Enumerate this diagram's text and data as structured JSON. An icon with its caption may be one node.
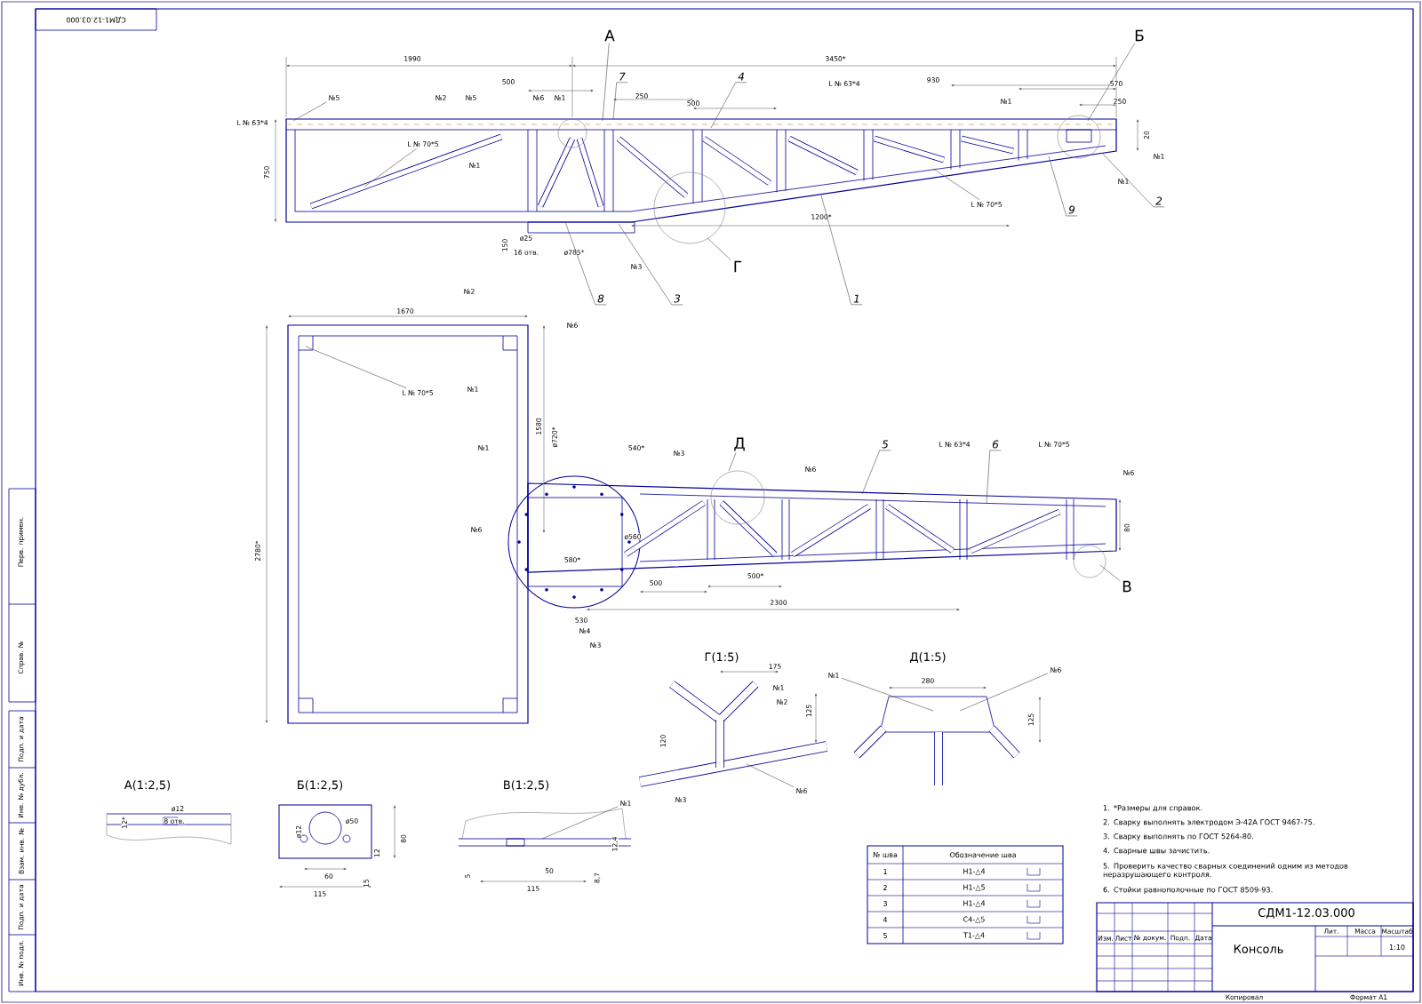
{
  "diagram": {
    "nodes": [
      {
        "text": [
          "7"
        ]
      },
      {
        "text": [
          "4"
        ]
      },
      {
        "text": [
          "2"
        ]
      },
      {
        "text": [
          "9"
        ]
      },
      {
        "text": [
          "8"
        ]
      },
      {
        "text": [
          "3"
        ]
      },
      {
        "text": [
          "1"
        ]
      },
      {
        "text": [
          "5"
        ]
      },
      {
        "text": [
          "6"
        ]
      },
      {
        "text": [
          "А"
        ]
      },
      {
        "text": [
          "Б"
        ]
      },
      {
        "text": [
          "№5"
        ]
      },
      {
        "text": [
          "L № 70*5"
        ]
      },
      {
        "text": [
          "L № 70*5"
        ]
      },
      {
        "text": [
          "Г"
        ]
      },
      {
        "text": [
          "L № 70*5"
        ]
      },
      {
        "text": [
          "Д"
        ]
      },
      {
        "text": [
          "В"
        ]
      },
      {
        "text": [
          "№1"
        ]
      },
      {
        "text": [
          "№6"
        ]
      },
      {
        "text": [
          "№1"
        ]
      },
      {
        "text": [
          "№6"
        ]
      }
    ],
    "edges": [
      {
        "from": 0,
        "to": null,
        "arrow": "none"
      },
      {
        "from": 1,
        "to": null,
        "arrow": "none"
      },
      {
        "from": 2,
        "to": null,
        "arrow": "none"
      },
      {
        "from": 3,
        "to": null,
        "arrow": "none"
      },
      {
        "from": 4,
        "to": null,
        "arrow": "none"
      },
      {
        "from": 5,
        "to": null,
        "arrow": "none"
      },
      {
        "from": 6,
        "to": null,
        "arrow": "none"
      },
      {
        "from": 7,
        "to": null,
        "arrow": "none"
      },
      {
        "from": 8,
        "to": null,
        "arrow": "none"
      },
      {
        "from": 9,
        "to": null,
        "arrow": "none"
      },
      {
        "from": 10,
        "to": null,
        "arrow": "none"
      },
      {
        "from": 11,
        "to": null,
        "arrow": "none"
      },
      {
        "from": 12,
        "to": null,
        "arrow": "none"
      },
      {
        "from": 13,
        "to": null,
        "arrow": "none"
      },
      {
        "from": 14,
        "to": null,
        "arrow": "none"
      },
      {
        "from": 15,
        "to": null,
        "arrow": "none"
      },
      {
        "from": 16,
        "to": null,
        "arrow": "none"
      },
      {
        "from": 17,
        "to": null,
        "arrow": "none"
      },
      {
        "from": 18,
        "to": null,
        "arrow": "none"
      },
      {
        "from": 19,
        "to": null,
        "arrow": "none"
      },
      {
        "from": 20,
        "to": null,
        "arrow": "none"
      },
      {
        "from": 21,
        "to": null,
        "arrow": "none"
      }
    ],
    "labels": [
      "1990",
      "3450*",
      "500",
      "L № 63*4",
      "930",
      "570",
      "№2",
      "№5",
      "№6",
      "№1",
      "250",
      "500",
      "№1",
      "250",
      "L № 63*4",
      "750",
      "№1",
      "20",
      "№1",
      "№1",
      "1200*",
      "ø25",
      "16 отв.",
      "ø785*",
      "150",
      "№3",
      "1670",
      "№2",
      "№6",
      "№1",
      "1580",
      "2780*",
      "№1",
      "ø720*",
      "540*",
      "№3",
      "№6",
      "L № 63*4",
      "L № 70*5",
      "№6",
      "80",
      "№6",
      "ø560",
      "580*",
      "500",
      "500*",
      "2300",
      "530",
      "№4",
      "№3",
      "А(1:2,5)",
      "ø12",
      "8 отв.",
      "12*",
      "Б(1:2,5)",
      "ø12",
      "ø50",
      "12",
      "80",
      "60",
      "15",
      "115",
      "В(1:2,5)",
      "12,4",
      "5",
      "50",
      "8,7",
      "115",
      "Г(1:5)",
      "175",
      "№1",
      "№2",
      "125",
      "120",
      "№3",
      "Д(1:5)",
      "280",
      "125",
      "1. *Размеры для справок.",
      "2. Сварку выполнять электродом Э-42А ГОСТ 9467-75.",
      "3. Сварку выполнять по ГОСТ 5264-80.",
      "4. Сварные швы зачистить.",
      "5. Проверить качество сварных соединений одним из методов неразрушающего контроля.",
      "6. Стойки равнополочные по ГОСТ 8509-93.",
      "№ шва",
      "Обозначение шва",
      "1",
      "Н1-△4",
      "2",
      "Н1-△5",
      "3",
      "Н1-△4",
      "4",
      "С4-△5",
      "5",
      "Т1-△4",
      "СДМ1-12.03.000",
      "Консоль",
      "Изм.",
      "Лист",
      "№ докум.",
      "Подп.",
      "Дата",
      "Лит.",
      "Масса",
      "Масштаб",
      "1:10",
      "Копировал",
      "Формат А1",
      "СДМ1-12.03.000",
      "Перв. примен.",
      "Справ. №",
      "Подп. и дата",
      "Инв. № дубл.",
      "Взам. инв. №",
      "Подп. и дата",
      "Инв. № подл."
    ]
  }
}
